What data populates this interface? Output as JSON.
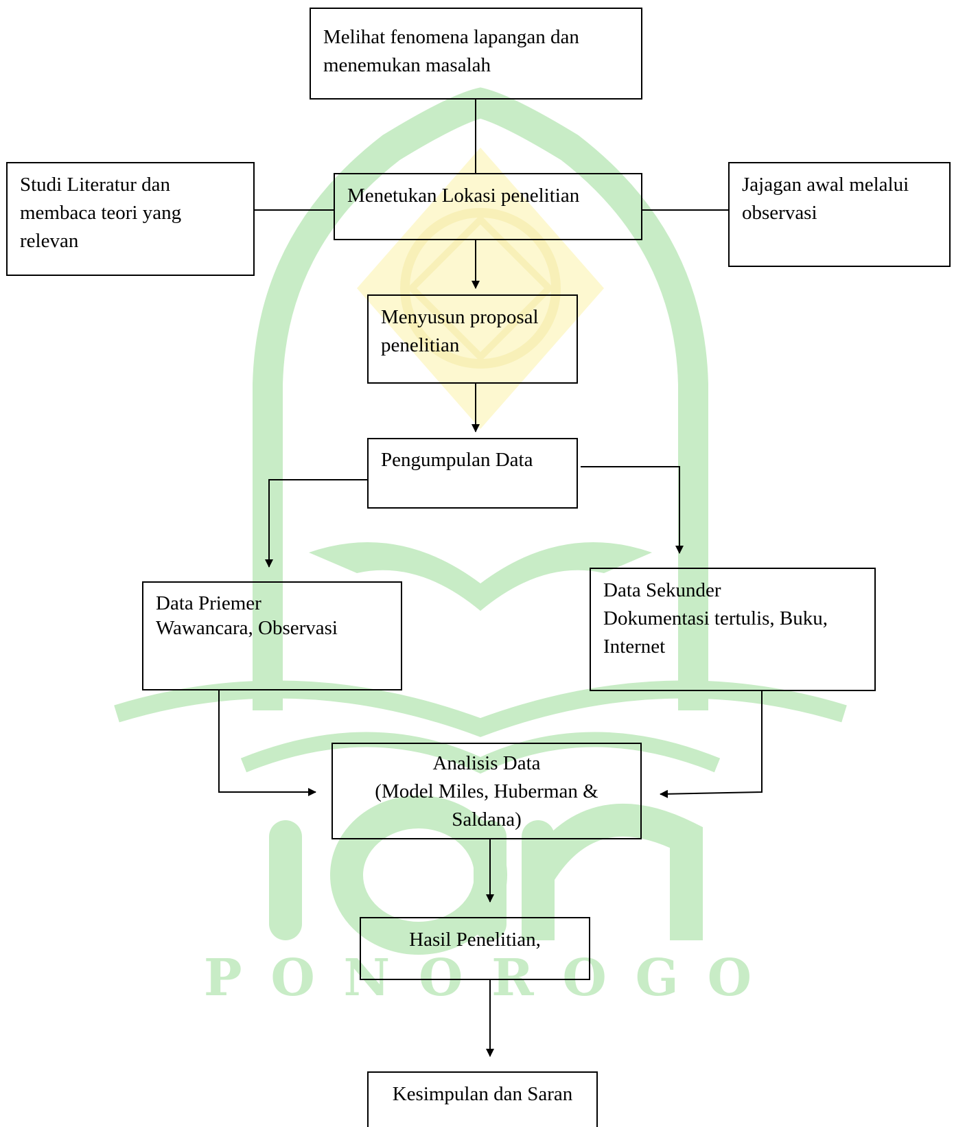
{
  "diagram": {
    "nodes": {
      "fenomena": {
        "lines": [
          "Melihat fenomena lapangan dan",
          "menemukan masalah"
        ]
      },
      "lokasi": {
        "lines": [
          "Menetukan Lokasi penelitian"
        ]
      },
      "studi_literatur": {
        "lines": [
          "Studi Literatur dan",
          "membaca teori yang",
          "relevan"
        ]
      },
      "jajagan_awal": {
        "lines": [
          "Jajagan awal melalui",
          "observasi"
        ]
      },
      "proposal": {
        "lines": [
          "Menyusun proposal",
          "penelitian"
        ]
      },
      "pengumpulan": {
        "lines": [
          "Pengumpulan Data"
        ]
      },
      "data_primer": {
        "lines": [
          "Data Priemer",
          "Wawancara, Observasi"
        ]
      },
      "data_sekunder": {
        "lines": [
          "Data Sekunder",
          "Dokumentasi tertulis, Buku,",
          "Internet"
        ]
      },
      "analisis": {
        "lines": [
          "Analisis Data",
          "(Model Miles, Huberman &",
          "Saldana)"
        ]
      },
      "hasil": {
        "lines": [
          "Hasil Penelitian,"
        ]
      },
      "kesimpulan": {
        "lines": [
          "Kesimpulan dan Saran"
        ]
      }
    },
    "edges": [
      {
        "from": "fenomena",
        "to": "lokasi",
        "arrow": false
      },
      {
        "from": "lokasi",
        "to": "studi_literatur",
        "arrow": false
      },
      {
        "from": "lokasi",
        "to": "jajagan_awal",
        "arrow": false
      },
      {
        "from": "lokasi",
        "to": "proposal",
        "arrow": true
      },
      {
        "from": "proposal",
        "to": "pengumpulan",
        "arrow": true
      },
      {
        "from": "pengumpulan",
        "to": "data_primer",
        "arrow": true
      },
      {
        "from": "pengumpulan",
        "to": "data_sekunder",
        "arrow": true
      },
      {
        "from": "data_primer",
        "to": "analisis",
        "arrow": true
      },
      {
        "from": "data_sekunder",
        "to": "analisis",
        "arrow": true
      },
      {
        "from": "analisis",
        "to": "hasil",
        "arrow": true
      },
      {
        "from": "hasil",
        "to": "kesimpulan",
        "arrow": true
      }
    ]
  },
  "watermark": {
    "text": "P O N O R O G O",
    "colors": {
      "green": "#c8ecc6",
      "yellow": "#fdf8d0"
    }
  }
}
